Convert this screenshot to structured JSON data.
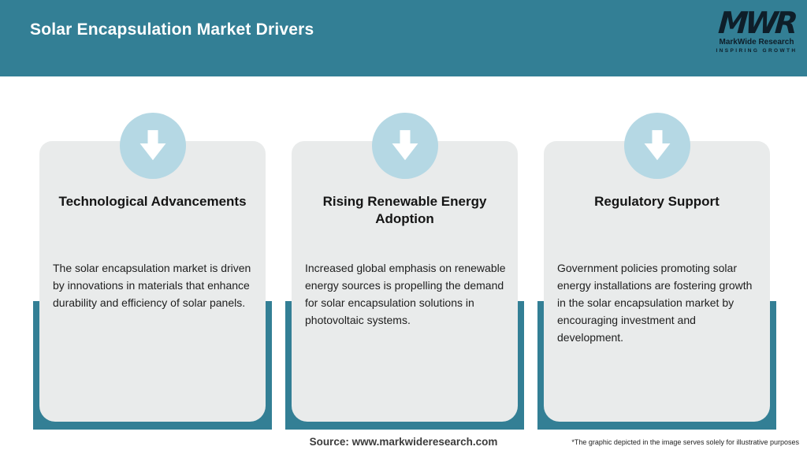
{
  "header": {
    "title": "Solar Encapsulation Market Drivers",
    "logo": {
      "monogram": "MWR",
      "name": "MarkWide Research",
      "tagline": "INSPIRING GROWTH"
    }
  },
  "cards": [
    {
      "icon": "down-arrow-icon",
      "title": "Technological Advancements",
      "description": "The solar encapsulation market is driven by innovations in materials that enhance durability and efficiency of solar panels."
    },
    {
      "icon": "down-arrow-icon",
      "title": "Rising Renewable Energy Adoption",
      "description": "Increased global emphasis on renewable energy sources is propelling the demand for solar encapsulation solutions in photovoltaic systems."
    },
    {
      "icon": "down-arrow-icon",
      "title": "Regulatory Support",
      "description": "Government policies promoting solar energy installations are fostering growth in the solar encapsulation market by encouraging investment and development."
    }
  ],
  "footer": {
    "source": "Source: www.markwideresearch.com",
    "disclaimer": "*The graphic depicted in the image serves solely for illustrative purposes"
  },
  "colors": {
    "teal": "#337F95",
    "icon_circle_blue": "#B5D8E4",
    "card_background": "#E9EBEB",
    "logo_dark": "#0E1E29"
  }
}
